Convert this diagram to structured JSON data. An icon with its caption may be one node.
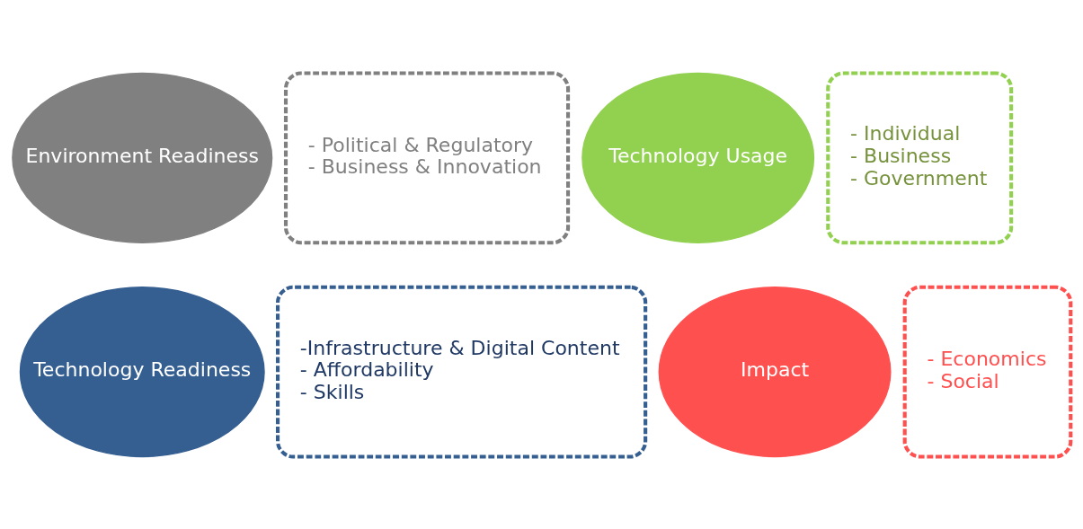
{
  "diagram": {
    "nodes": [
      {
        "text": [
          "Environment Readiness"
        ]
      },
      {
        "text": [
          "- Political & Regulatory",
          "- Business & Innovation"
        ]
      },
      {
        "text": [
          "Technology Usage"
        ]
      },
      {
        "text": [
          "- Individual",
          "- Business",
          "- Government"
        ]
      },
      {
        "text": [
          "Technology Readiness"
        ]
      },
      {
        "text": [
          "-Infrastructure & Digital Content",
          "- Affordability",
          "- Skills"
        ]
      },
      {
        "text": [
          "Impact"
        ]
      },
      {
        "text": [
          "- Economics",
          "- Social"
        ]
      }
    ]
  }
}
